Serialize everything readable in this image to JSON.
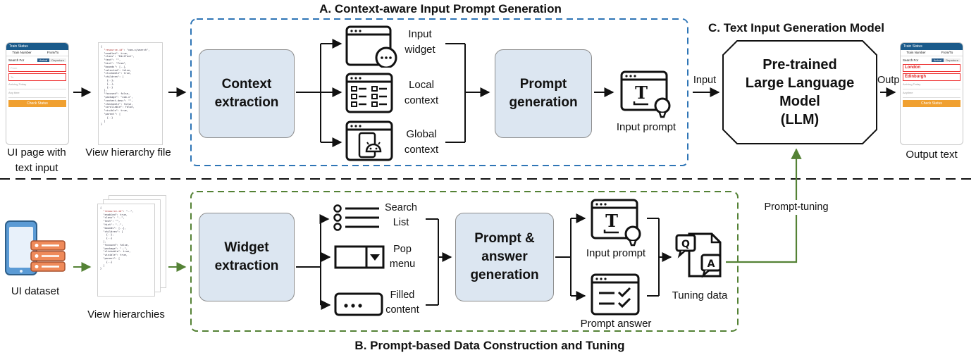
{
  "titles": {
    "a": "A. Context-aware Input Prompt Generation",
    "b": "B. Prompt-based Data Construction and Tuning",
    "c": "C. Text Input Generation Model"
  },
  "section_a": {
    "ui_page_label": [
      "UI page with",
      "text input"
    ],
    "view_hierarchy_label": "View hierarchy file",
    "context_extraction": [
      "Context",
      "extraction"
    ],
    "input_widget": [
      "Input",
      "widget"
    ],
    "local_context": [
      "Local",
      "context"
    ],
    "global_context": [
      "Global",
      "context"
    ],
    "prompt_generation": [
      "Prompt",
      "generation"
    ],
    "input_prompt": "Input prompt",
    "input_arrow": "Input"
  },
  "section_c": {
    "llm": [
      "Pre-trained",
      "Large Language",
      "Model",
      "(LLM)"
    ],
    "output_arrow": "Output",
    "output_text": "Output text"
  },
  "section_b": {
    "ui_dataset": "UI dataset",
    "view_hierarchies": "View hierarchies",
    "widget_extraction": [
      "Widget",
      "extraction"
    ],
    "search_list": [
      "Search",
      "List"
    ],
    "pop_menu": [
      "Pop",
      "menu"
    ],
    "filled_content": [
      "Filled",
      "content"
    ],
    "prompt_answer_generation": [
      "Prompt &",
      "answer",
      "generation"
    ],
    "input_prompt": "Input prompt",
    "prompt_answer": "Prompt answer",
    "tuning_data": "Tuning data",
    "prompt_tuning": "Prompt-tuning"
  },
  "phone_left": {
    "title": "Train Status",
    "tabs": [
      "Train Number",
      "From/To"
    ],
    "search_for": "Search For",
    "btn1": "Arrival",
    "btn2": "Departure",
    "field1": "From",
    "field2": "To",
    "row1": "Arriving Today",
    "row2": "Any time",
    "check": "Check Status"
  },
  "phone_right": {
    "title": "Train Status",
    "tabs": [
      "Train Number",
      "From/To"
    ],
    "search_for": "Search For",
    "btn1": "Arrival",
    "btn2": "Departure",
    "field1": "London",
    "field2": "Edinburgh",
    "row1": "Arriving Today",
    "row2": "Anytime",
    "check": "Check Status"
  },
  "icon_letters": {
    "t": "T",
    "q": "Q",
    "a": "A"
  },
  "colors": {
    "box_fill": "#dce6f1",
    "blue_dash": "#2e75b6",
    "green": "#548235",
    "dark": "#111111"
  }
}
